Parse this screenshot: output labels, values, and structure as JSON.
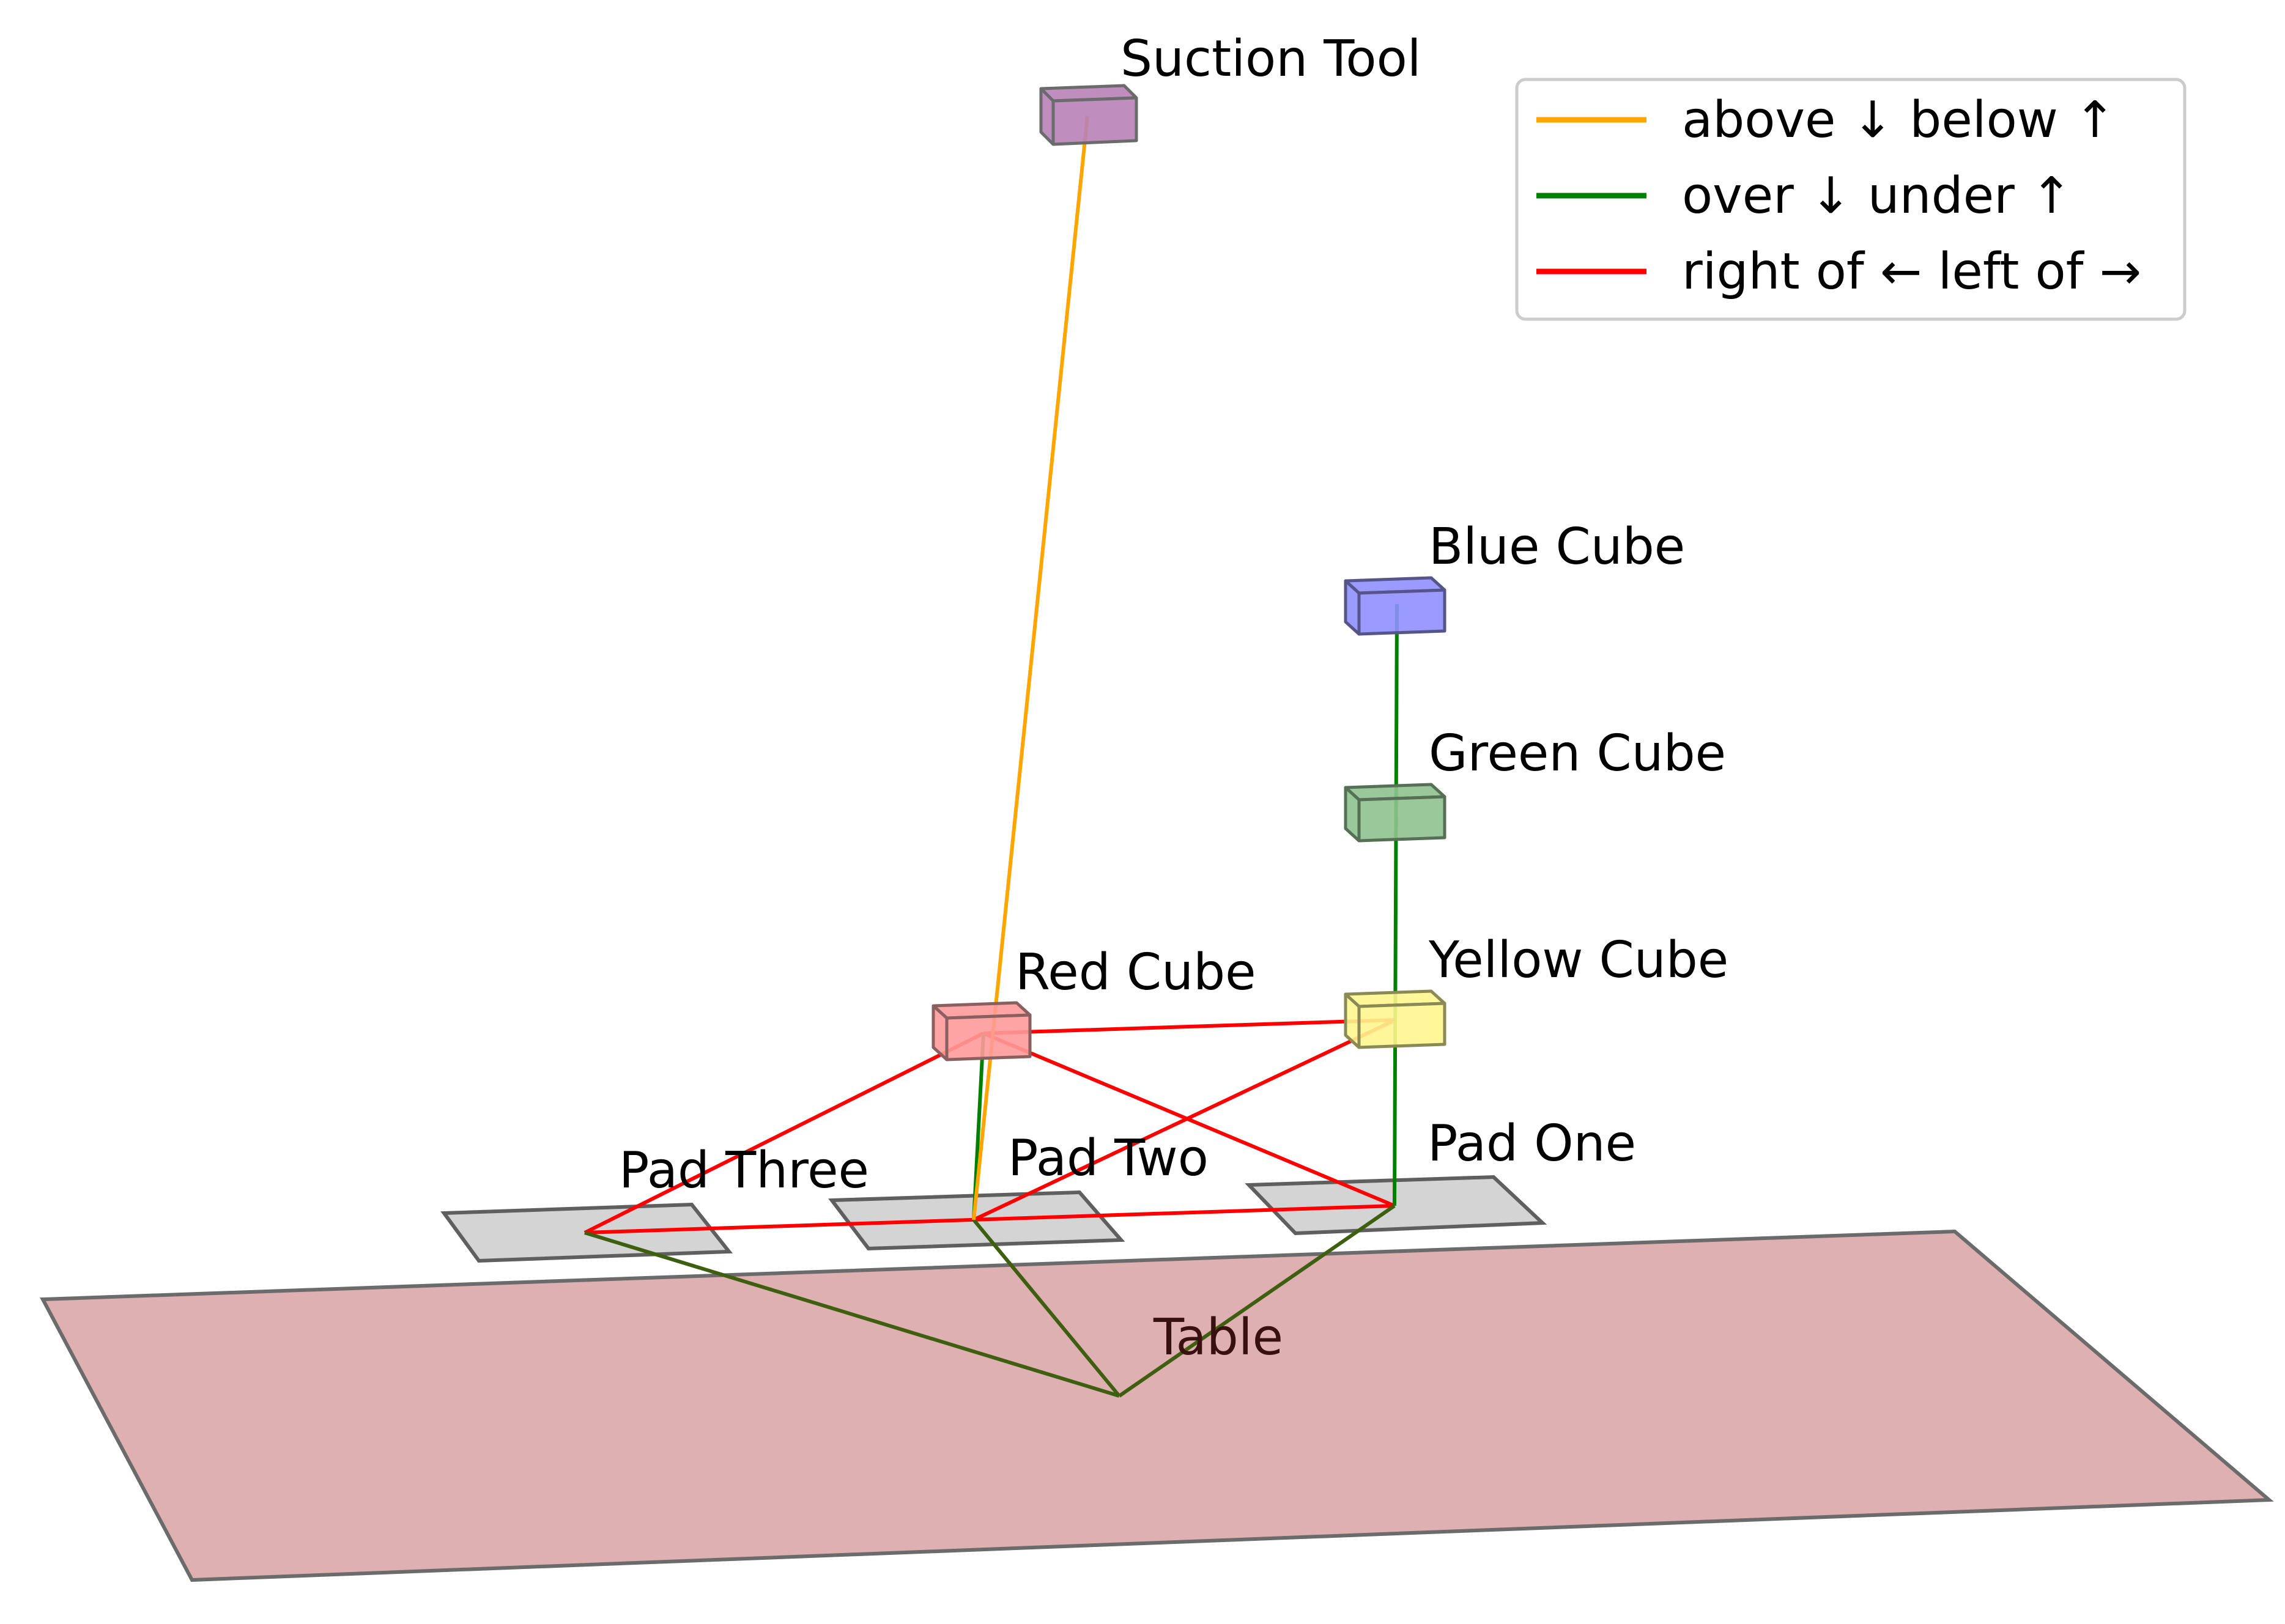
{
  "objects": {
    "suction_tool": {
      "label": "Suction Tool",
      "fill": "#b882b8",
      "stroke": "#6b6b6b"
    },
    "blue_cube": {
      "label": "Blue Cube",
      "fill": "#8f8fff",
      "stroke": "#55558a"
    },
    "green_cube": {
      "label": "Green Cube",
      "fill": "#8fc28f",
      "stroke": "#557055"
    },
    "yellow_cube": {
      "label": "Yellow Cube",
      "fill": "#fff68f",
      "stroke": "#8a8a55"
    },
    "red_cube": {
      "label": "Red Cube",
      "fill": "#ff9a9a",
      "stroke": "#8a5f5f"
    },
    "pad_one": {
      "label": "Pad One",
      "fill": "#d4d4d4",
      "stroke": "#5f5f5f"
    },
    "pad_two": {
      "label": "Pad Two",
      "fill": "#d4d4d4",
      "stroke": "#5f5f5f"
    },
    "pad_three": {
      "label": "Pad Three",
      "fill": "#d4d4d4",
      "stroke": "#5f5f5f"
    },
    "table": {
      "label": "Table",
      "fill": "#dfb0b2",
      "stroke": "#6b6b6b"
    }
  },
  "relations": {
    "colors": {
      "above_below": "#ffa500",
      "over_under": "#008000",
      "right_left": "#ff0000"
    },
    "over_under_table_color": "#3f5f10"
  },
  "legend": {
    "position": "top-right",
    "items": [
      {
        "label": "above ↓ below ↑",
        "color": "#ffa500"
      },
      {
        "label": "over ↓ under ↑",
        "color": "#008000"
      },
      {
        "label": "right of ← left of →",
        "color": "#ff0000"
      }
    ]
  }
}
